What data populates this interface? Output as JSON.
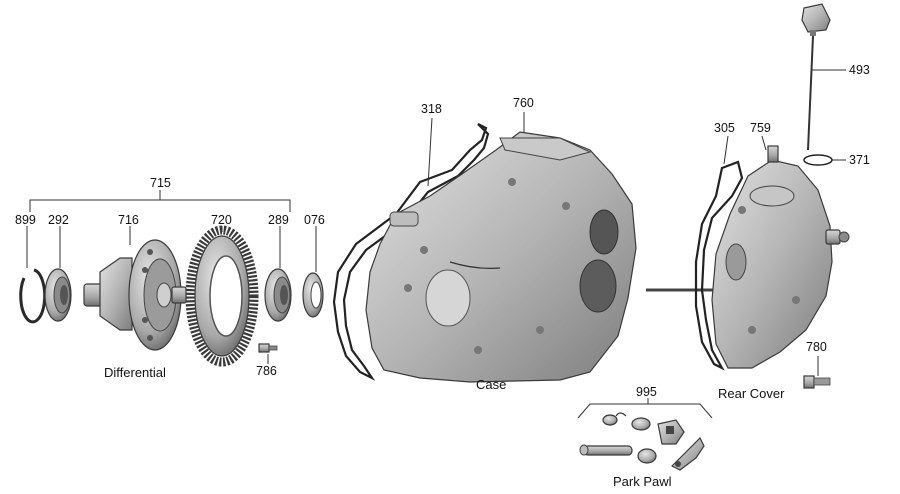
{
  "part_numbers": {
    "p899": "899",
    "p292": "292",
    "p716": "716",
    "p720": "720",
    "p289": "289",
    "p076": "076",
    "p715": "715",
    "p318": "318",
    "p760": "760",
    "p305": "305",
    "p759": "759",
    "p493": "493",
    "p371": "371",
    "p780": "780",
    "p786": "786",
    "p995": "995"
  },
  "captions": {
    "differential": "Differential",
    "case": "Case",
    "rear_cover": "Rear Cover",
    "park_pawl": "Park Pawl"
  },
  "colors": {
    "metal_light": "#cfcfcf",
    "metal_mid": "#a9a9a9",
    "metal_dark": "#6e6e6e",
    "line": "#333333"
  }
}
